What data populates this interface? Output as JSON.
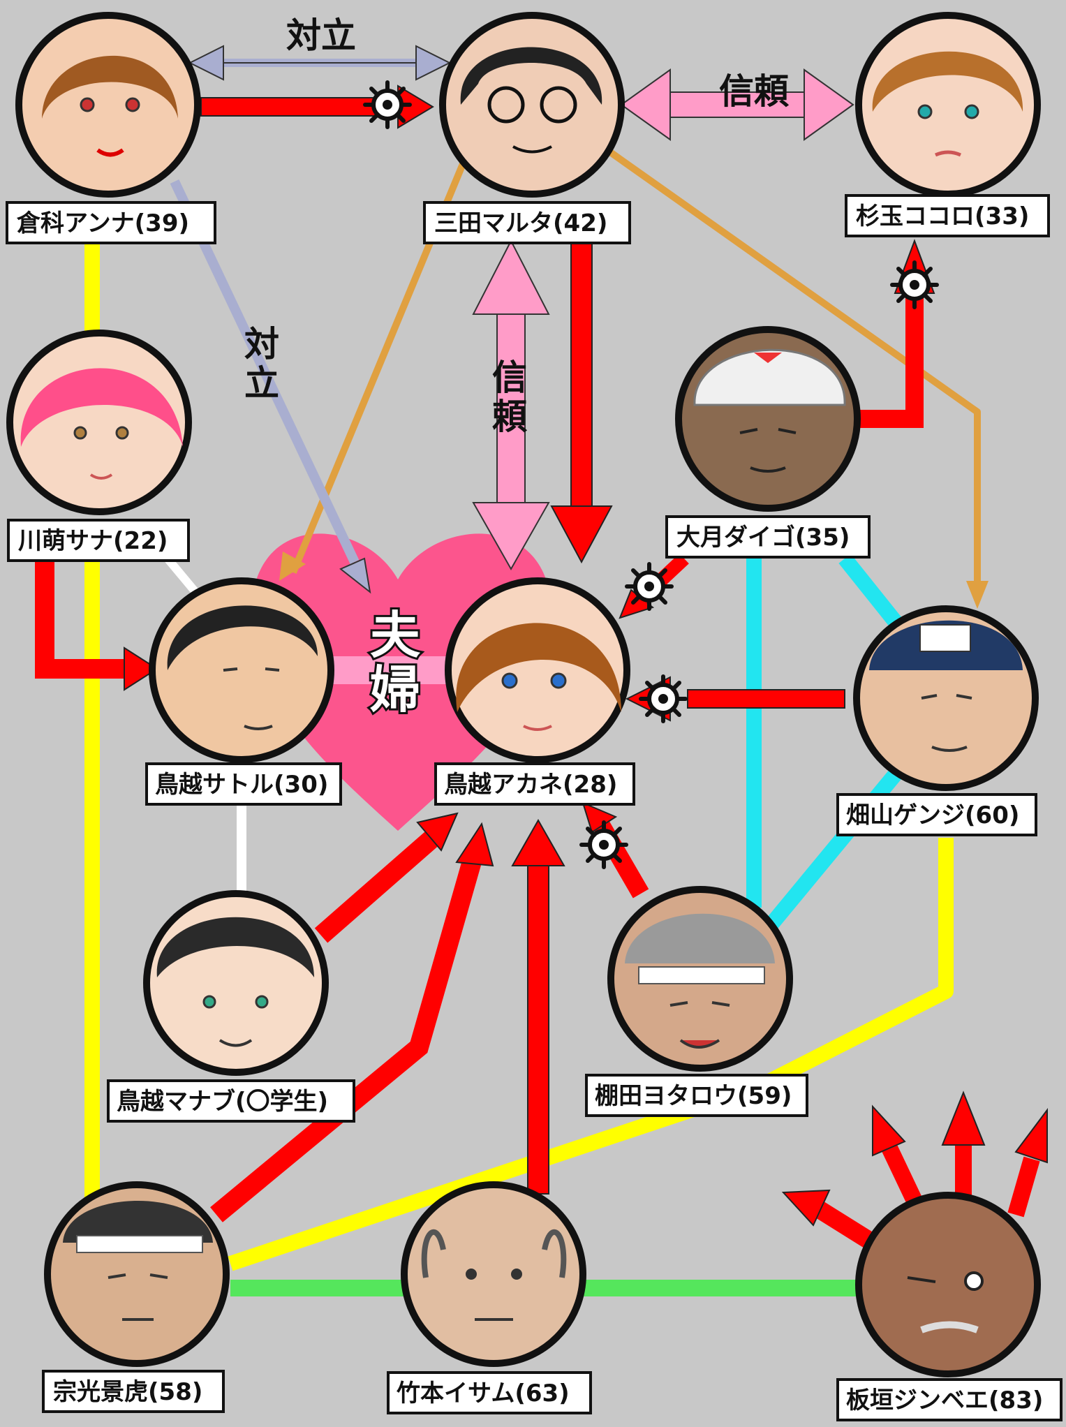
{
  "characters": [
    {
      "id": "anna",
      "label": "倉科アンナ(39)"
    },
    {
      "id": "maruta",
      "label": "三田マルタ(42)"
    },
    {
      "id": "kokoro",
      "label": "杉玉ココロ(33)"
    },
    {
      "id": "sana",
      "label": "川萌サナ(22)"
    },
    {
      "id": "daigo",
      "label": "大月ダイゴ(35)"
    },
    {
      "id": "satoru",
      "label": "鳥越サトル(30)"
    },
    {
      "id": "akane",
      "label": "鳥越アカネ(28)"
    },
    {
      "id": "genji",
      "label": "畑山ゲンジ(60)"
    },
    {
      "id": "manabu",
      "label": "鳥越マナブ(〇学生)"
    },
    {
      "id": "yotaro",
      "label": "棚田ヨタロウ(59)"
    },
    {
      "id": "kagetora",
      "label": "宗光景虎(58)"
    },
    {
      "id": "isamu",
      "label": "竹本イサム(63)"
    },
    {
      "id": "jinbee",
      "label": "板垣ジンベエ(83)"
    }
  ],
  "relations": {
    "conflict_1": "対立",
    "trust_1": "信頼",
    "conflict_2": "対立",
    "trust_2": "信頼",
    "couple": "夫婦"
  },
  "colors": {
    "background": "#c8c8c8",
    "desire": "#ff0000",
    "conflict": "#a9aed0",
    "trust": "#ff9cc8",
    "couple_heart": "#ff4f8a",
    "ally_yellow": "#ffff00",
    "ally_cyan": "#22e5f0",
    "ally_green": "#55e65c",
    "ally_orange": "#e0a040",
    "family_white": "#ffffff"
  },
  "icons": [
    "virus-icon",
    "face-portrait-icon"
  ]
}
